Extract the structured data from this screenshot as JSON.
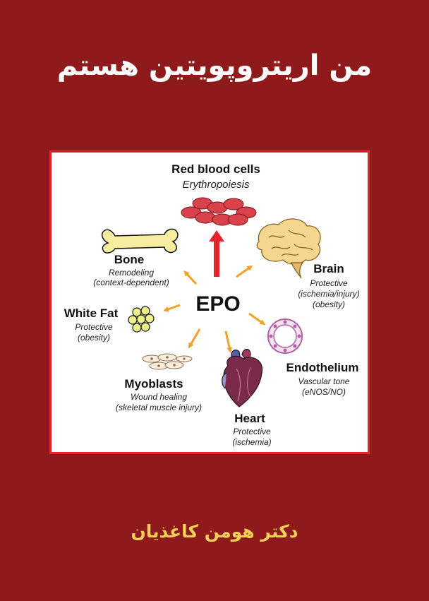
{
  "cover": {
    "title": "من اریتروپویتین هستم",
    "author": "دکتر هومن کاغذیان"
  },
  "diagram": {
    "center": "EPO",
    "nodes": {
      "rbc": {
        "label": "Red blood cells",
        "sub": "Erythropoiesis"
      },
      "bone": {
        "label": "Bone",
        "sub1": "Remodeling",
        "sub2": "(context-dependent)"
      },
      "brain": {
        "label": "Brain",
        "sub1": "Protective",
        "sub2": "(ischemia/injury)",
        "sub3": "(obesity)"
      },
      "fat": {
        "label": "White Fat",
        "sub1": "Protective",
        "sub2": "(obesity)"
      },
      "endo": {
        "label": "Endothelium",
        "sub1": "Vascular tone",
        "sub2": "(eNOS/NO)"
      },
      "myo": {
        "label": "Myoblasts",
        "sub1": "Wound healing",
        "sub2": "(skeletal muscle injury)"
      },
      "heart": {
        "label": "Heart",
        "sub1": "Protective",
        "sub2": "(ischemia)"
      }
    },
    "colors": {
      "background": "#8e1a1c",
      "panel_border": "#e5232a",
      "title": "#ffffff",
      "author": "#f4cf56",
      "arrow_orange": "#f2a22a",
      "arrow_red": "#e5232a",
      "rbc": "#d8434b",
      "bone": "#f7ed9f",
      "brain": "#f5d68e",
      "fat": "#eef08a",
      "endo": "#b05fa6",
      "heart": "#7a2a4a"
    },
    "icons": [
      "red-blood-cells-icon",
      "bone-icon",
      "brain-icon",
      "fat-cells-icon",
      "endothelium-icon",
      "myoblasts-icon",
      "heart-icon"
    ]
  }
}
